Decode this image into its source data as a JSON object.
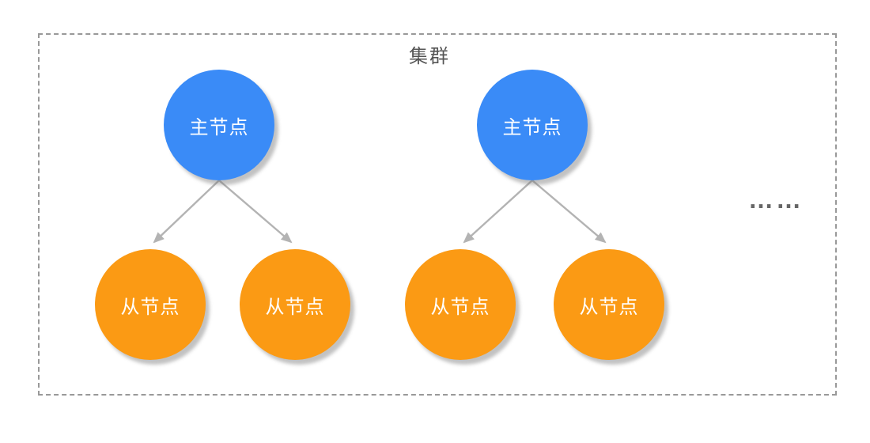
{
  "diagram": {
    "title": "集群",
    "more_indicator": "……"
  },
  "colors": {
    "master_fill": "#3a8bf7",
    "slave_fill": "#fb9a14",
    "node_text": "#ffffff",
    "title_text": "#555555",
    "arrow": "#b3b3b3",
    "border": "#999999",
    "ellipsis_text": "#666666",
    "background": "#ffffff"
  },
  "clusters": [
    {
      "master": {
        "label": "主节点"
      },
      "slaves": [
        {
          "label": "从节点"
        },
        {
          "label": "从节点"
        }
      ]
    },
    {
      "master": {
        "label": "主节点"
      },
      "slaves": [
        {
          "label": "从节点"
        },
        {
          "label": "从节点"
        }
      ]
    }
  ]
}
